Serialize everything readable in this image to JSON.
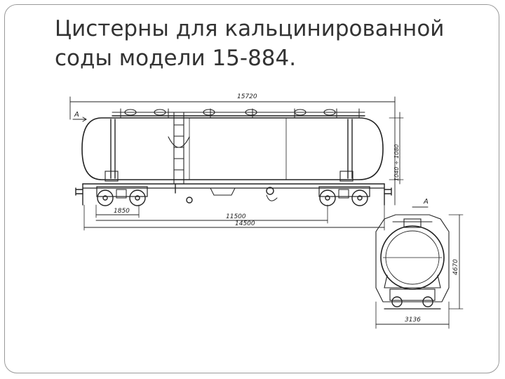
{
  "slide": {
    "title_line1": "Цистерны для кальцинированной",
    "title_line2": "соды модели 15-884."
  },
  "drawing": {
    "overall_length": "15720",
    "height_range": "1040 ÷ 1080",
    "bogie_offset": "1850",
    "bogie_base": "11500",
    "frame_length": "14500",
    "end_height": "4670",
    "end_width": "3136",
    "section_mark": "A",
    "section_mark_end": "A"
  }
}
